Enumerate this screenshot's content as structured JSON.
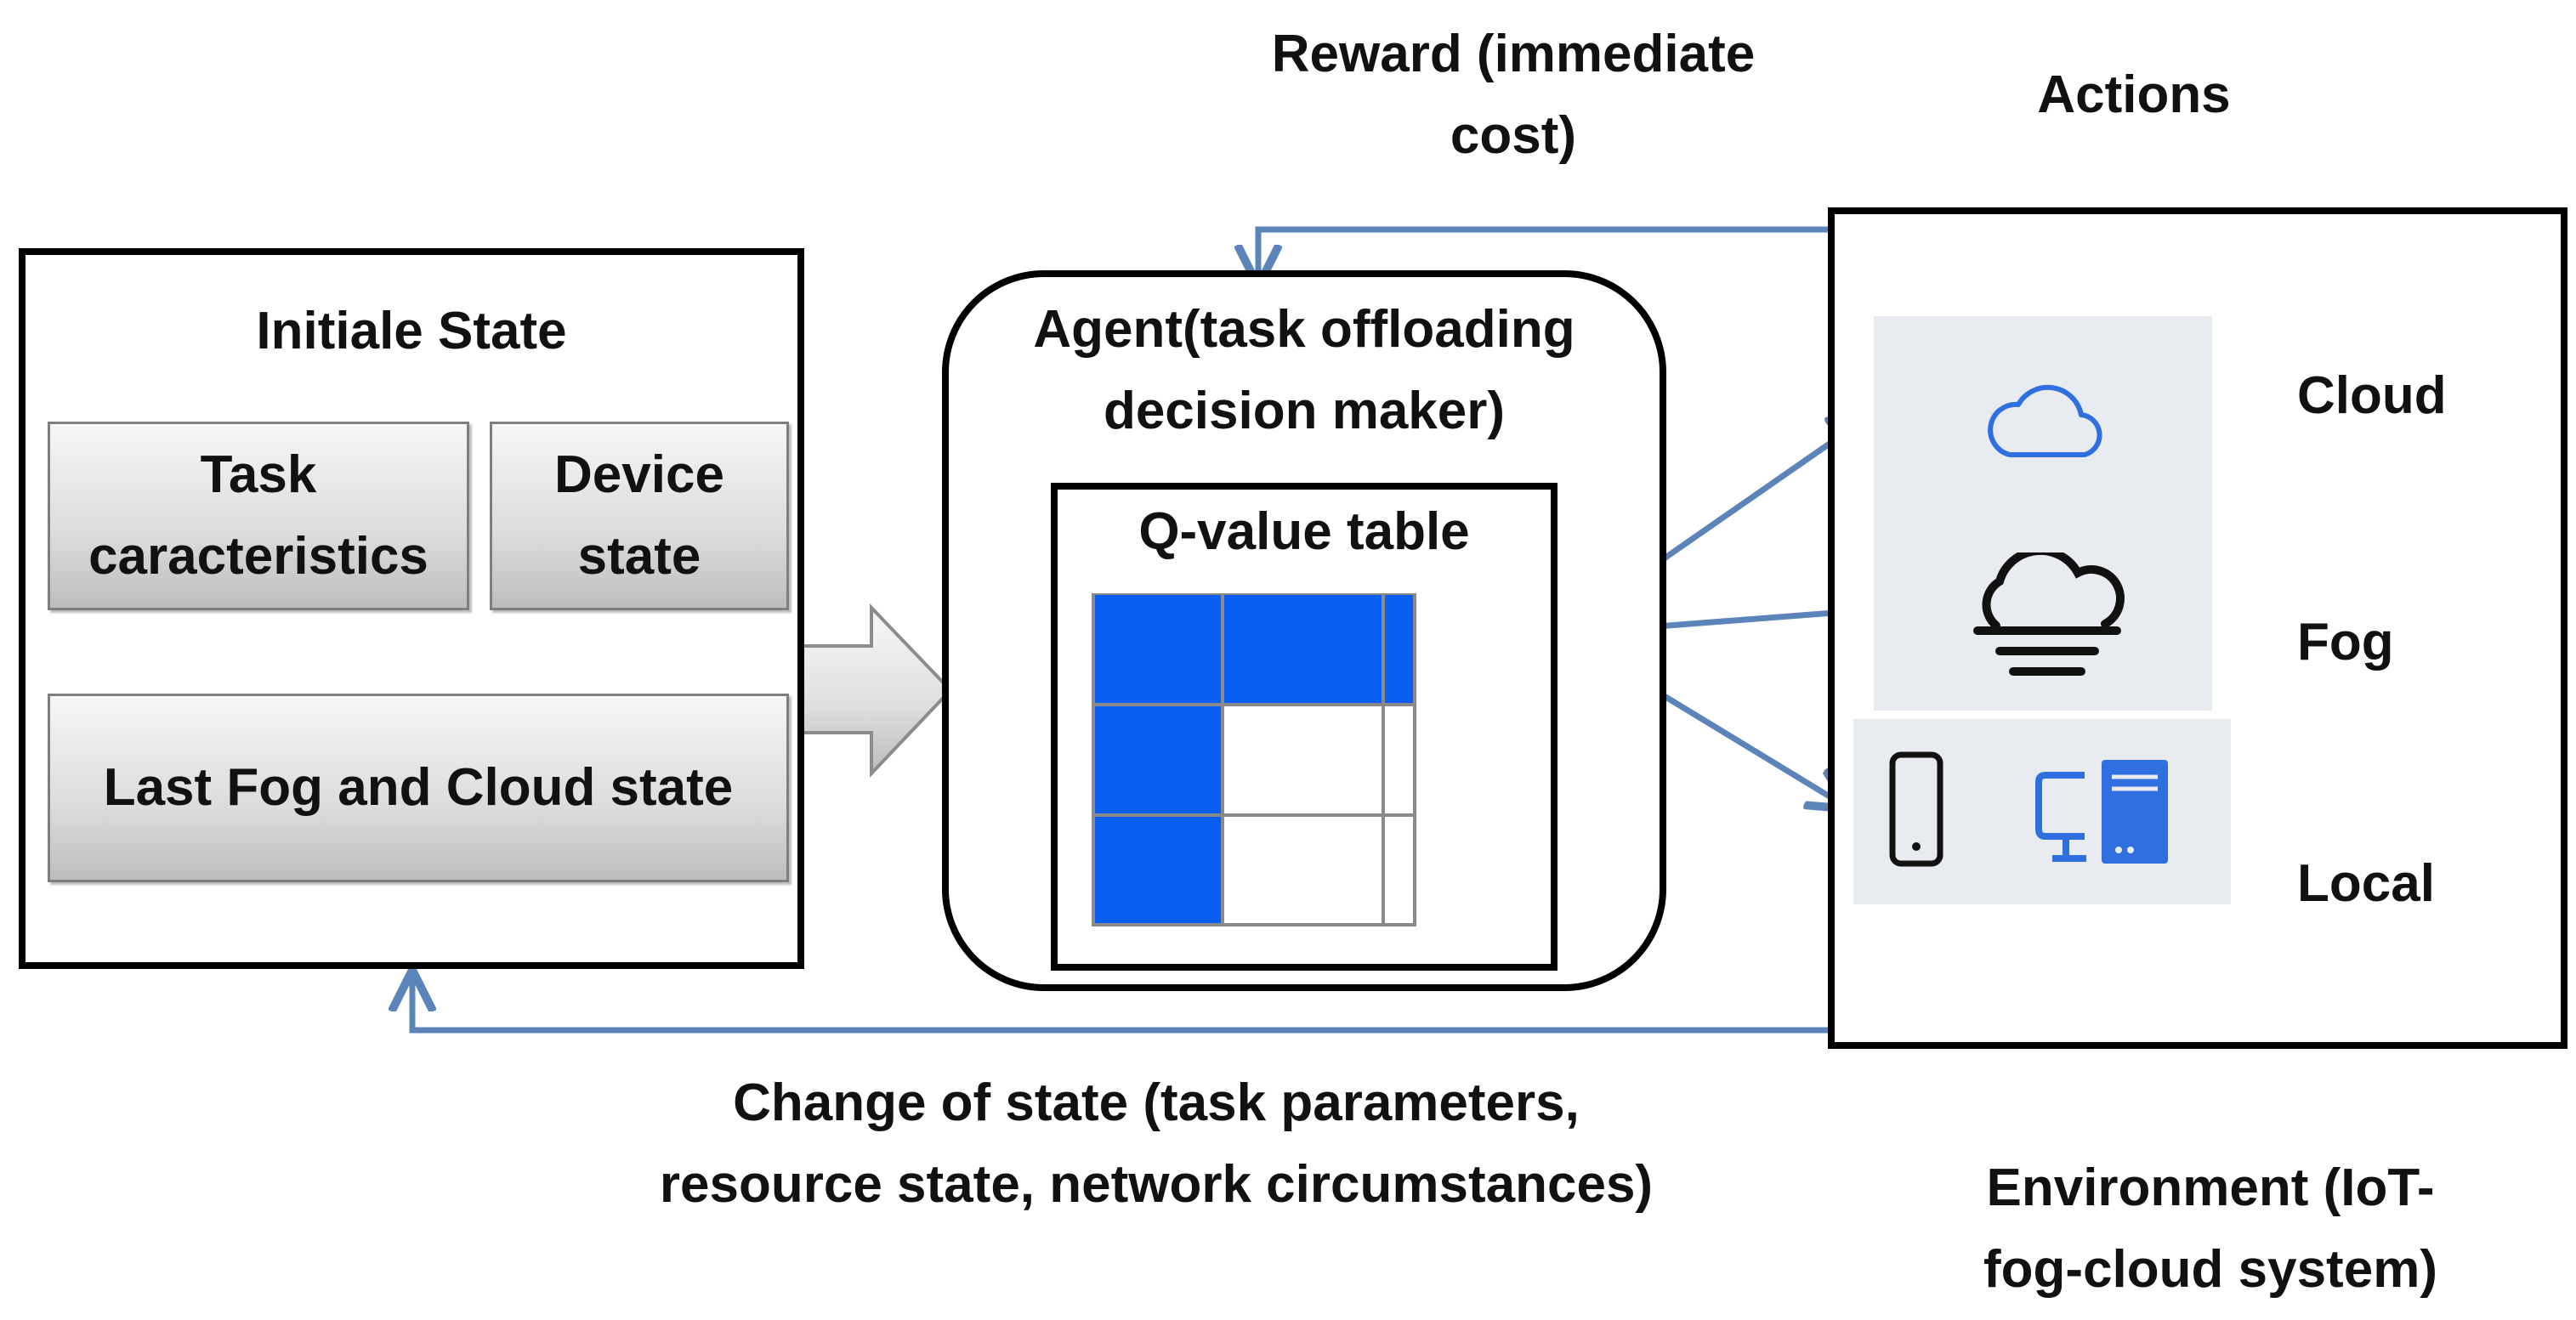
{
  "reward": {
    "line1": "Reward (immediate",
    "line2": "cost)"
  },
  "actions": {
    "title": "Actions",
    "items": [
      {
        "label": "Cloud"
      },
      {
        "label": "Fog"
      },
      {
        "label": "Local"
      }
    ]
  },
  "state": {
    "title": "Initiale State",
    "task": {
      "line1": "Task",
      "line2": "caracteristics"
    },
    "device": {
      "line1": "Device",
      "line2": "state"
    },
    "last": "Last Fog and Cloud state"
  },
  "agent": {
    "line1": "Agent(task offloading",
    "line2": "decision maker)",
    "table_title": "Q-value table"
  },
  "change": {
    "line1": "Change of state (task parameters,",
    "line2": "resource state, network circumstances)"
  },
  "environment": {
    "line1": "Environment (IoT-",
    "line2": "fog-cloud system)"
  },
  "colors": {
    "arrow": "#5b84b9",
    "table_fill": "#0b5ef2",
    "icon_blue": "#2f6fe0",
    "icon_bg": "#e8ecf0"
  }
}
